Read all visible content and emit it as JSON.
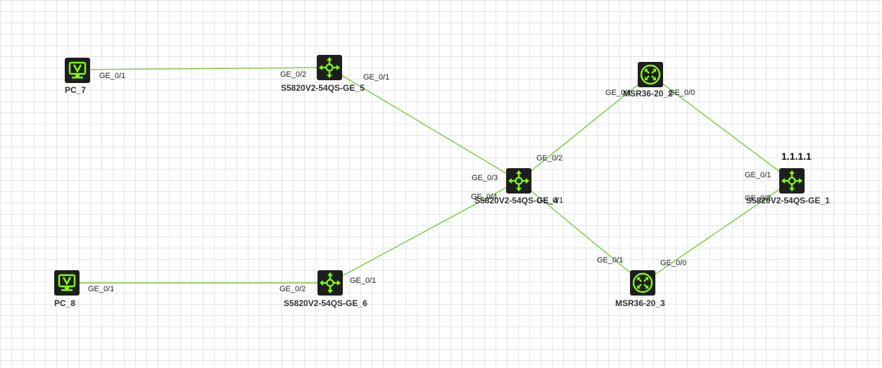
{
  "colors": {
    "link": "#7ac943",
    "icon_body": "#1e1e1e",
    "icon_accent": "#7fff00"
  },
  "devices": {
    "pc7": {
      "label": "PC_7",
      "icon": "pc-monitor-icon"
    },
    "pc8": {
      "label": "PC_8",
      "icon": "pc-monitor-icon"
    },
    "sw5": {
      "label": "S5820V2-54QS-GE_5",
      "icon": "switch-icon"
    },
    "sw6": {
      "label": "S5820V2-54QS-GE_6",
      "icon": "switch-icon"
    },
    "sw4": {
      "label": "S5820V2-54QS-GE_4",
      "icon": "switch-icon"
    },
    "sw1": {
      "label": "S5820V2-54QS-GE_1",
      "icon": "switch-icon"
    },
    "r2": {
      "label": "MSR36-20_2",
      "icon": "router-icon"
    },
    "r3": {
      "label": "MSR36-20_3",
      "icon": "router-icon"
    }
  },
  "notes": {
    "sw1_address": "1.1.1.1"
  },
  "ports": {
    "pc7_ge01": "GE_0/1",
    "sw5_ge02": "GE_0/2",
    "sw5_ge01": "GE_0/1",
    "pc8_ge01": "GE_0/1",
    "sw6_ge02": "GE_0/2",
    "sw6_ge01": "GE_0/1",
    "sw4_ge02": "GE_0/2",
    "sw4_ge03": "GE_0/3",
    "sw4_ge04": "GE_0/4",
    "sw4_ge01": "GE_0/1",
    "r2_ge01": "GE_0/1",
    "r2_ge00": "GE_0/0",
    "sw1_ge01": "GE_0/1",
    "sw1_ge02": "GE_0/2",
    "r3_ge01": "GE_0/1",
    "r3_ge00": "GE_0/0"
  }
}
